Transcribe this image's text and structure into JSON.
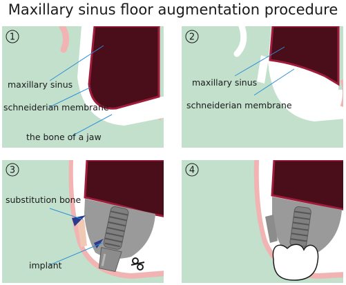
{
  "title": "Maxillary sinus floor augmentation procedure",
  "panels": [
    {
      "number": "1",
      "labels": [
        "maxillary sinus",
        "schneiderian membrane",
        "the bone of a jaw"
      ]
    },
    {
      "number": "2",
      "labels": [
        "maxillary sinus",
        "schneiderian membrane"
      ]
    },
    {
      "number": "3",
      "labels": [
        "substitution bone",
        "implant"
      ]
    },
    {
      "number": "4",
      "labels": []
    }
  ],
  "colors": {
    "background": "#c2e0cc",
    "sinus": "#4a0d1a",
    "membrane": "#a01c3a",
    "gum": "#f2b3b3",
    "bone": "#ffffff",
    "graft": "#9a9a9a",
    "implant": "#808080",
    "leader": "#2b8fd6"
  }
}
